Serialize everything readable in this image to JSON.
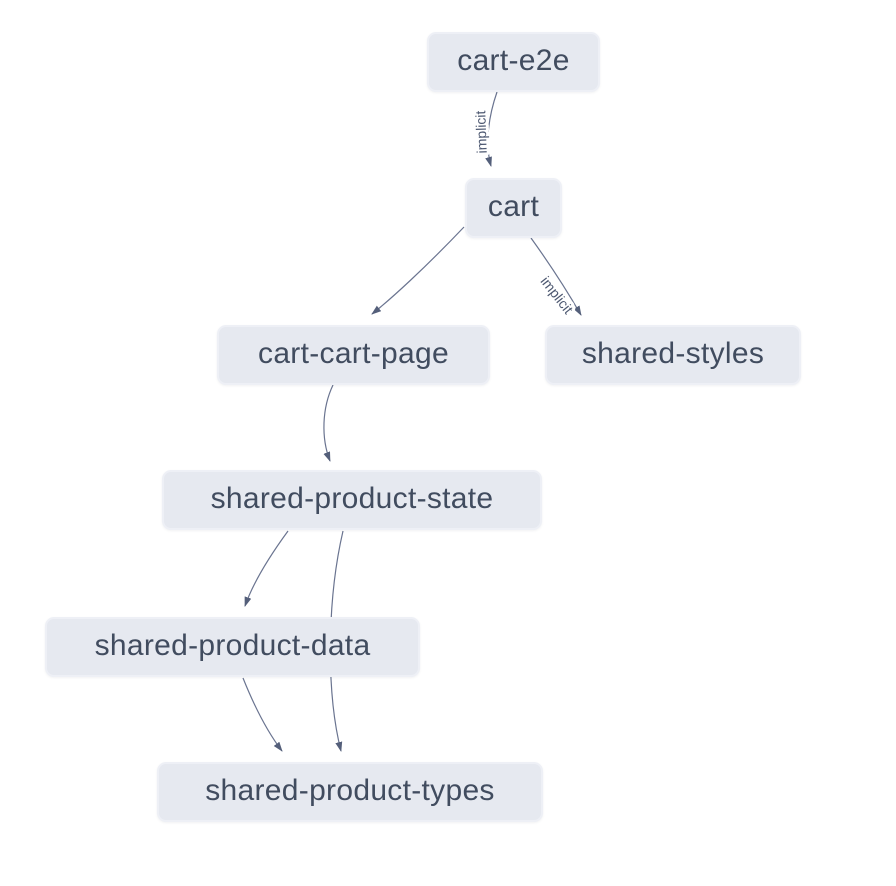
{
  "diagram": {
    "kind": "project-dependency-graph",
    "nodes": [
      {
        "id": "cart-e2e",
        "label": "cart-e2e"
      },
      {
        "id": "cart",
        "label": "cart"
      },
      {
        "id": "cart-cart-page",
        "label": "cart-cart-page"
      },
      {
        "id": "shared-styles",
        "label": "shared-styles"
      },
      {
        "id": "shared-product-state",
        "label": "shared-product-state"
      },
      {
        "id": "shared-product-data",
        "label": "shared-product-data"
      },
      {
        "id": "shared-product-types",
        "label": "shared-product-types"
      }
    ],
    "edges": [
      {
        "from": "cart-e2e",
        "to": "cart",
        "label": "implicit"
      },
      {
        "from": "cart",
        "to": "cart-cart-page",
        "label": ""
      },
      {
        "from": "cart",
        "to": "shared-styles",
        "label": "implicit"
      },
      {
        "from": "cart-cart-page",
        "to": "shared-product-state",
        "label": ""
      },
      {
        "from": "shared-product-state",
        "to": "shared-product-data",
        "label": ""
      },
      {
        "from": "shared-product-state",
        "to": "shared-product-types",
        "label": ""
      },
      {
        "from": "shared-product-data",
        "to": "shared-product-types",
        "label": ""
      }
    ]
  },
  "theme": {
    "bg": "#ffffff",
    "node_fill": "#e6e9f0",
    "node_border": "#eef0f6",
    "node_text": "#414c5f",
    "edge_stroke": "#6a7490",
    "arrow_fill": "#545f7a",
    "edge_label_color": "#4d5871"
  }
}
